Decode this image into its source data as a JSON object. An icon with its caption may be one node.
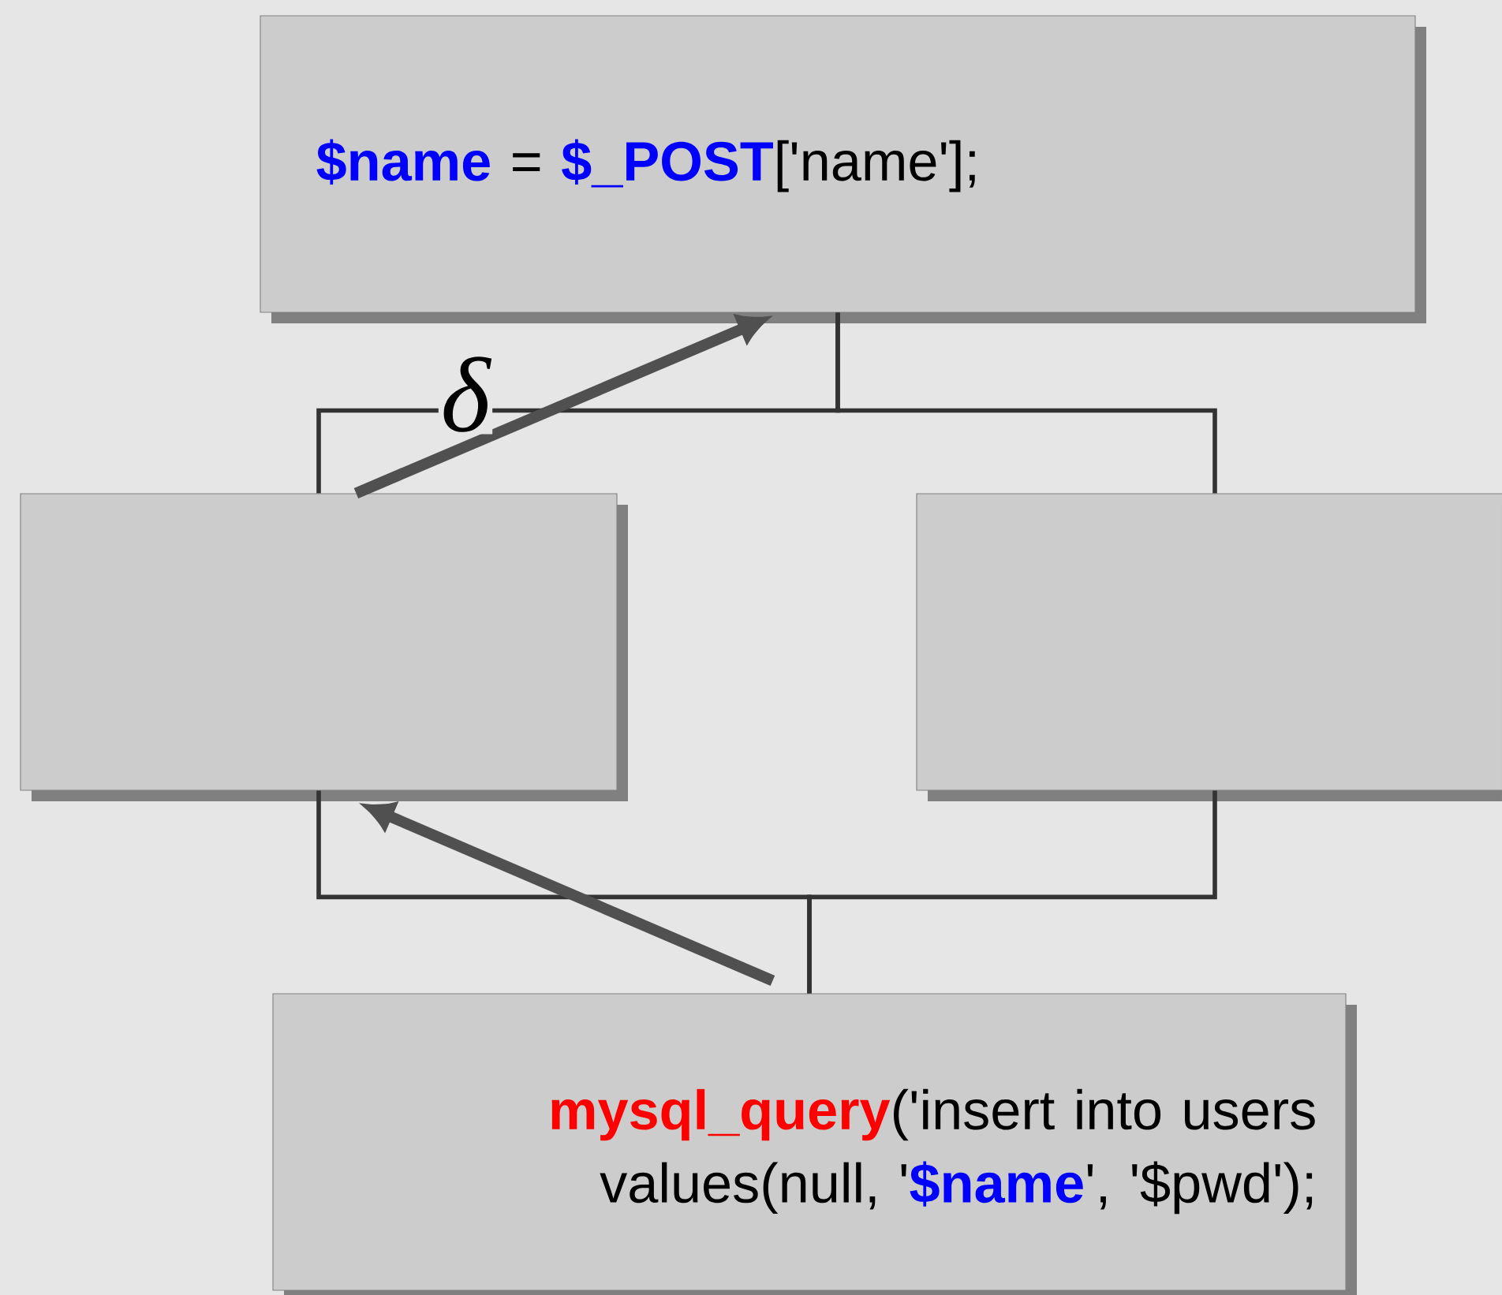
{
  "diagram": {
    "nodes": [
      {
        "text": [
          "**$name** = **$_POST**['name'];"
        ]
      },
      {
        "text": [],
        "shape": "box"
      },
      {
        "text": [],
        "shape": "box"
      },
      {
        "text": [
          "**mysql_query**('insert into users values(null, '**$name**', '$pwd');"
        ]
      }
    ],
    "edges": [
      {
        "from": 0,
        "to": 1,
        "arrow": "none"
      },
      {
        "from": 0,
        "to": 2,
        "arrow": "none"
      },
      {
        "from": 3,
        "to": 1,
        "arrow": "none"
      },
      {
        "from": 3,
        "to": 2,
        "arrow": "none"
      },
      {
        "from": 1,
        "to": 0,
        "arrow": "to",
        "style": "thick",
        "label": "δ"
      },
      {
        "from": 3,
        "to": 1,
        "arrow": "to",
        "style": "thick"
      }
    ]
  }
}
